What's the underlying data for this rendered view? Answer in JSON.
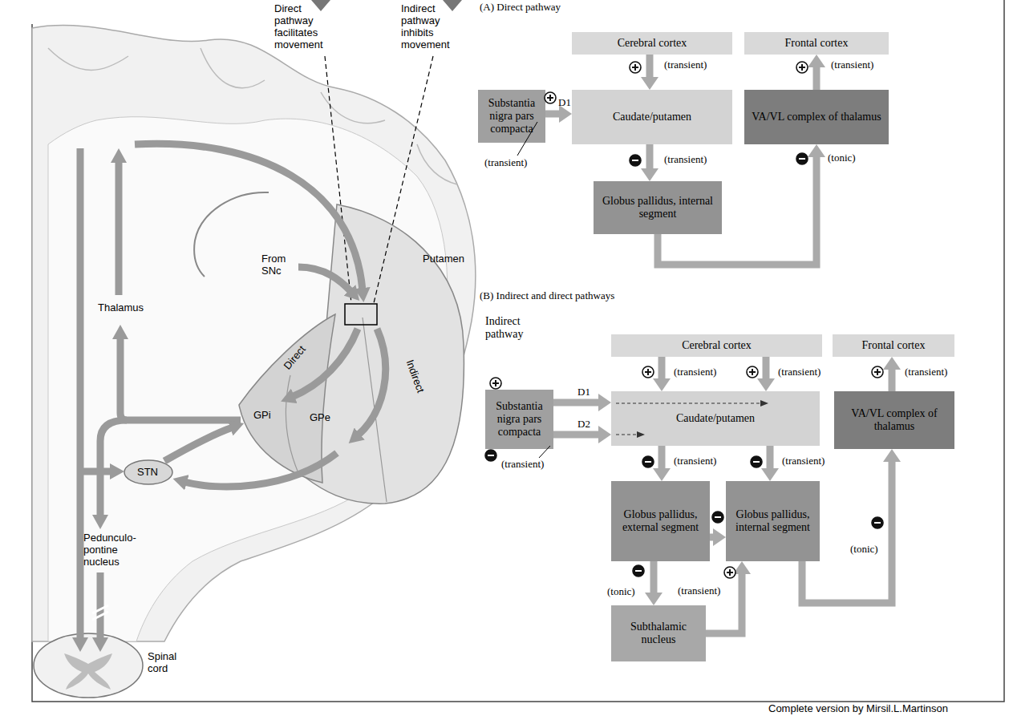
{
  "diagram": {
    "nodes": [
      {
        "text": [
          "Cerebral cortex"
        ]
      },
      {
        "text": [
          "Frontal cortex"
        ]
      },
      {
        "text": [
          "Substantia nigra pars compacta"
        ]
      },
      {
        "text": [
          "Caudate/putamen"
        ]
      },
      {
        "text": [
          "VA/VL complex of thalamus"
        ]
      },
      {
        "text": [
          "Globus pallidus, internal segment"
        ]
      },
      {
        "text": [
          "Indirect pathway"
        ]
      },
      {
        "text": [
          "Cerebral cortex"
        ]
      },
      {
        "text": [
          "Frontal cortex"
        ]
      },
      {
        "text": [
          "Substantia nigra pars compacta"
        ],
        "in": 6
      },
      {
        "text": [
          "Caudate/putamen"
        ]
      },
      {
        "text": [
          "VA/VL complex of thalamus"
        ]
      },
      {
        "text": [
          "Globus pallidus, external segment"
        ],
        "in": 6
      },
      {
        "text": [
          "Globus pallidus, internal segment"
        ]
      },
      {
        "text": [
          "Subthalamic nucleus"
        ],
        "in": 6
      }
    ],
    "edges": [
      {
        "from": 0,
        "to": 3,
        "arrow": "to",
        "label": "(transient)"
      },
      {
        "from": 2,
        "to": 3,
        "arrow": "to",
        "label": "D1"
      },
      {
        "from": 3,
        "to": 5,
        "arrow": "to",
        "label": "(transient)"
      },
      {
        "from": 5,
        "to": 4,
        "arrow": "to",
        "label": "(tonic)"
      },
      {
        "from": 4,
        "to": 1,
        "arrow": "to",
        "label": "(transient)"
      },
      {
        "from": 7,
        "to": 10,
        "arrow": "to",
        "label": "(transient)"
      },
      {
        "from": 7,
        "to": 10,
        "arrow": "to",
        "label": "(transient)"
      },
      {
        "from": 9,
        "to": 10,
        "arrow": "to",
        "label": "D1"
      },
      {
        "from": 9,
        "to": 10,
        "arrow": "to",
        "label": "D2"
      },
      {
        "from": 10,
        "to": 12,
        "arrow": "to",
        "label": "(transient)"
      },
      {
        "from": 10,
        "to": 13,
        "arrow": "to",
        "label": "(transient)"
      },
      {
        "from": 12,
        "to": 13,
        "arrow": "to"
      },
      {
        "from": 12,
        "to": 14,
        "arrow": "to",
        "label": "(tonic)"
      },
      {
        "from": 14,
        "to": 13,
        "arrow": "to",
        "label": "(transient)"
      },
      {
        "from": 13,
        "to": 11,
        "arrow": "to",
        "label": "(tonic)"
      },
      {
        "from": 11,
        "to": 8,
        "arrow": "to",
        "label": "(transient)"
      }
    ],
    "labels": [
      "Direct pathway facilitates movement",
      "Indirect pathway inhibits movement",
      "(A) Direct pathway",
      "(B) Indirect and direct pathways",
      "(transient)",
      "(transient)",
      "Thalamus",
      "Putamen",
      "From SNc",
      "Direct",
      "Indirect",
      "GPi",
      "GPe",
      "STN",
      "Pedunculo-pontine nucleus",
      "Spinal cord",
      "Complete version by Mirsil.L.Martinson"
    ]
  }
}
